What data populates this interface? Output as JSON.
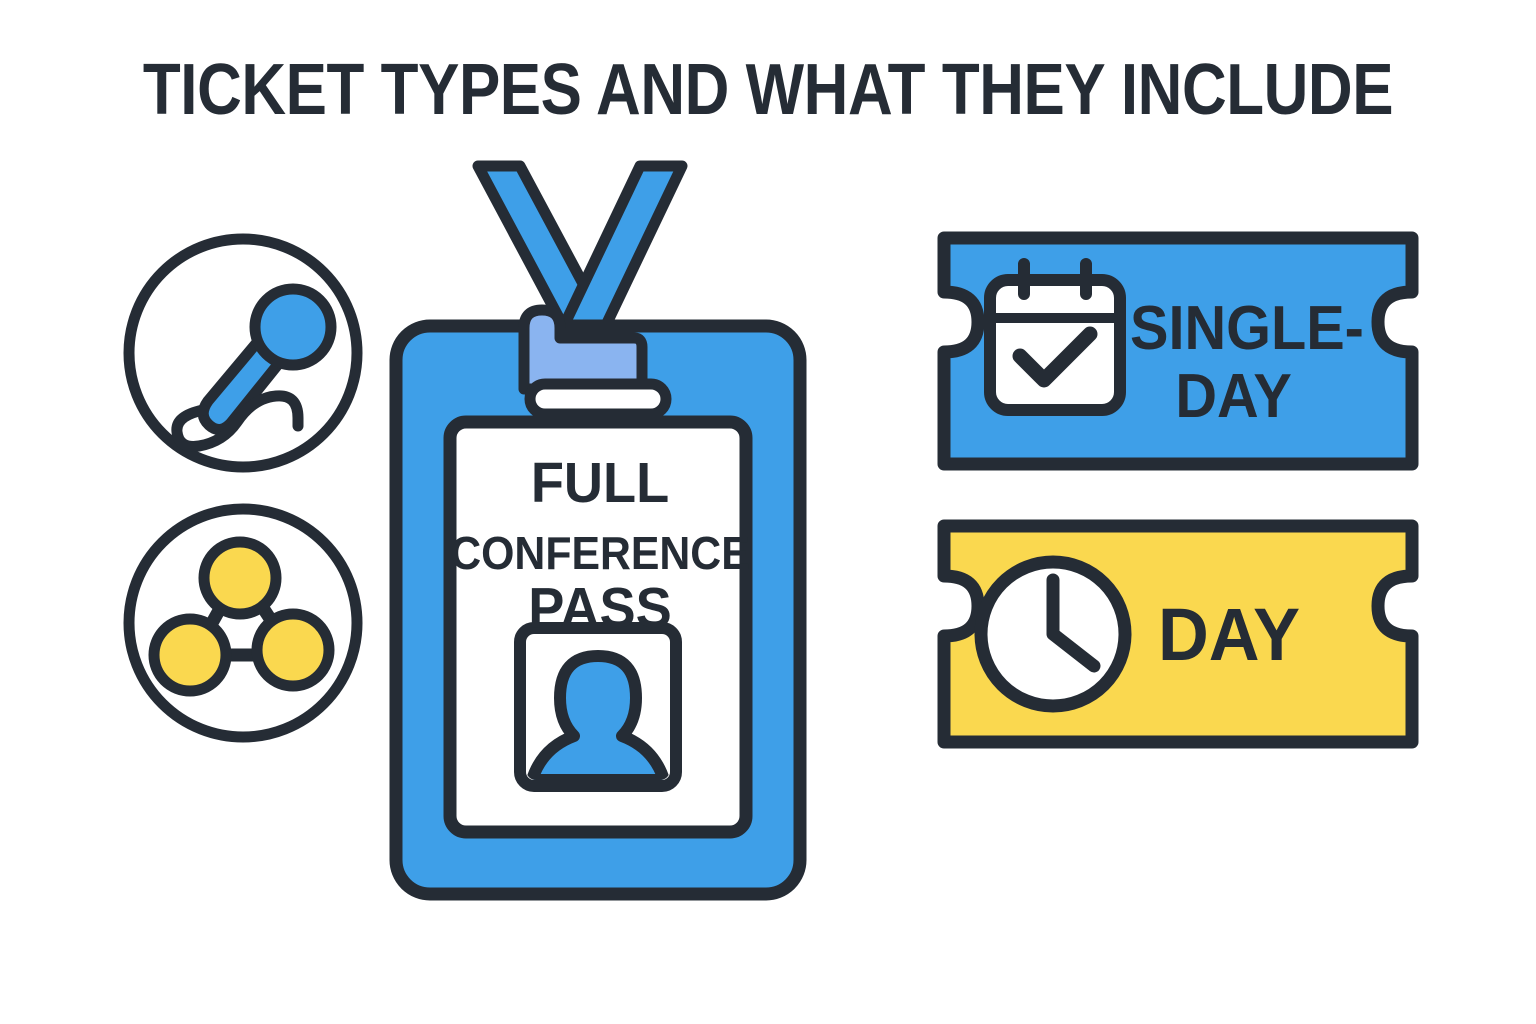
{
  "page": {
    "title": "TICKET TYPES AND WHAT THEY INCLUDE",
    "background_color": "#FFFFFF"
  },
  "colors": {
    "outline": "#252C35",
    "blue": "#3E9FE8",
    "blue_light": "#8AB4F0",
    "yellow": "#FAD84F",
    "white": "#FFFFFF"
  },
  "icons": [
    {
      "id": "microphone",
      "name": "microphone-icon",
      "meaning": "Speaker sessions / talks",
      "accent_color": "#3E9FE8"
    },
    {
      "id": "network",
      "name": "network-icon",
      "meaning": "Networking",
      "accent_color": "#FAD84F",
      "node_count": 3
    }
  ],
  "badge": {
    "name": "full-conference-pass-badge",
    "card_lines": [
      "FULL",
      "CONFERENCE",
      "PASS"
    ],
    "line_1": "FULL",
    "line_2": "CONFERENCE",
    "line_3": "PASS",
    "photo_icon": "person-avatar-icon",
    "lanyard_color": "#3E9FE8",
    "body_color": "#3E9FE8",
    "clip_color": "#8AB4F0"
  },
  "tickets": [
    {
      "id": "single-day",
      "name": "single-day-ticket",
      "label_line_1": "SINGLE-",
      "label_line_2": "DAY",
      "label_full": "SINGLE-DAY",
      "icon": "calendar-check-icon",
      "fill_color": "#3E9FE8",
      "text_color": "#252C35"
    },
    {
      "id": "day",
      "name": "day-ticket",
      "label_line_1": "DAY",
      "label_full": "DAY",
      "icon": "clock-icon",
      "fill_color": "#FAD84F",
      "text_color": "#252C35",
      "clock_time": "12:20"
    }
  ]
}
